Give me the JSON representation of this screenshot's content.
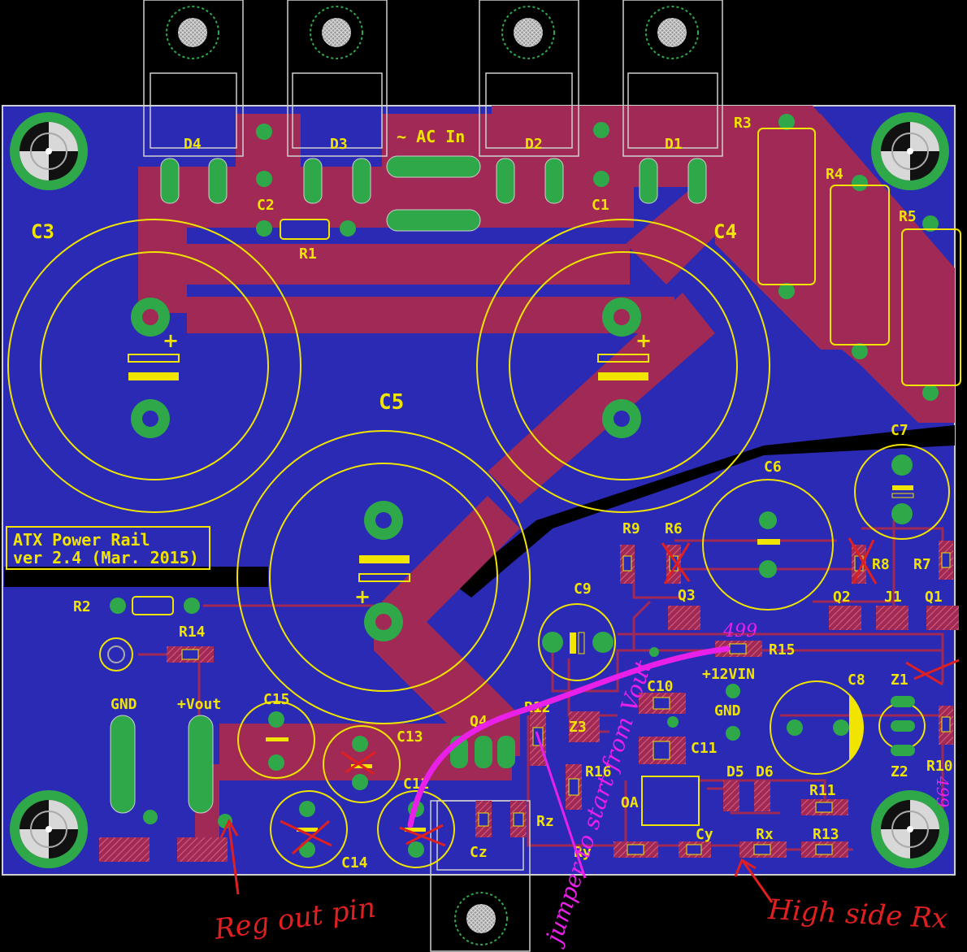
{
  "board": {
    "title_line1": "ATX Power Rail",
    "title_line2": "ver 2.4 (Mar. 2015)",
    "ac_label": "~ AC In"
  },
  "components": [
    {
      "id": "d4",
      "label": "D4"
    },
    {
      "id": "d3",
      "label": "D3"
    },
    {
      "id": "d2",
      "label": "D2"
    },
    {
      "id": "d1",
      "label": "D1"
    },
    {
      "id": "c1",
      "label": "C1"
    },
    {
      "id": "c2",
      "label": "C2"
    },
    {
      "id": "c3",
      "label": "C3"
    },
    {
      "id": "c4",
      "label": "C4"
    },
    {
      "id": "c5",
      "label": "C5"
    },
    {
      "id": "c6",
      "label": "C6"
    },
    {
      "id": "c7",
      "label": "C7"
    },
    {
      "id": "c8",
      "label": "C8"
    },
    {
      "id": "c9",
      "label": "C9"
    },
    {
      "id": "c10",
      "label": "C10"
    },
    {
      "id": "c11",
      "label": "C11"
    },
    {
      "id": "c12",
      "label": "C12"
    },
    {
      "id": "c13",
      "label": "C13"
    },
    {
      "id": "c14",
      "label": "C14"
    },
    {
      "id": "c15",
      "label": "C15"
    },
    {
      "id": "r1",
      "label": "R1"
    },
    {
      "id": "r2",
      "label": "R2"
    },
    {
      "id": "r3",
      "label": "R3"
    },
    {
      "id": "r4",
      "label": "R4"
    },
    {
      "id": "r5",
      "label": "R5"
    },
    {
      "id": "r6",
      "label": "R6"
    },
    {
      "id": "r7",
      "label": "R7"
    },
    {
      "id": "r8",
      "label": "R8"
    },
    {
      "id": "r9",
      "label": "R9"
    },
    {
      "id": "r10",
      "label": "R10"
    },
    {
      "id": "r11",
      "label": "R11"
    },
    {
      "id": "r12",
      "label": "R12"
    },
    {
      "id": "r13",
      "label": "R13"
    },
    {
      "id": "r14",
      "label": "R14"
    },
    {
      "id": "r15",
      "label": "R15"
    },
    {
      "id": "r16",
      "label": "R16"
    },
    {
      "id": "q1",
      "label": "Q1"
    },
    {
      "id": "q2",
      "label": "Q2"
    },
    {
      "id": "q3",
      "label": "Q3"
    },
    {
      "id": "q4",
      "label": "Q4"
    },
    {
      "id": "j1",
      "label": "J1"
    },
    {
      "id": "z1",
      "label": "Z1"
    },
    {
      "id": "z2",
      "label": "Z2"
    },
    {
      "id": "z3",
      "label": "Z3"
    },
    {
      "id": "d5",
      "label": "D5"
    },
    {
      "id": "d6",
      "label": "D6"
    },
    {
      "id": "oa",
      "label": "OA"
    },
    {
      "id": "cy",
      "label": "Cy"
    },
    {
      "id": "cz",
      "label": "Cz"
    },
    {
      "id": "rx",
      "label": "Rx"
    },
    {
      "id": "ry",
      "label": "Ry"
    },
    {
      "id": "rz",
      "label": "Rz"
    },
    {
      "id": "gnd_terminal",
      "label": "GND"
    },
    {
      "id": "vout_terminal",
      "label": "+Vout"
    },
    {
      "id": "vin_testpoint",
      "label": "+12VIN"
    },
    {
      "id": "gnd_testpoint",
      "label": "GND"
    }
  ],
  "annotations": {
    "r15_value": "499",
    "r10_value": "499",
    "reg_out": "Reg out pin",
    "jumper": "jumper to start from Vout",
    "high_side": "High side Rx"
  },
  "colors": {
    "ground_plane": "#2a2ab4",
    "copper_trace": "#a02a55",
    "pad": "#2fa84a",
    "silkscreen": "#f0e400",
    "annotation_red": "#e02020",
    "annotation_magenta": "#e820e8"
  }
}
